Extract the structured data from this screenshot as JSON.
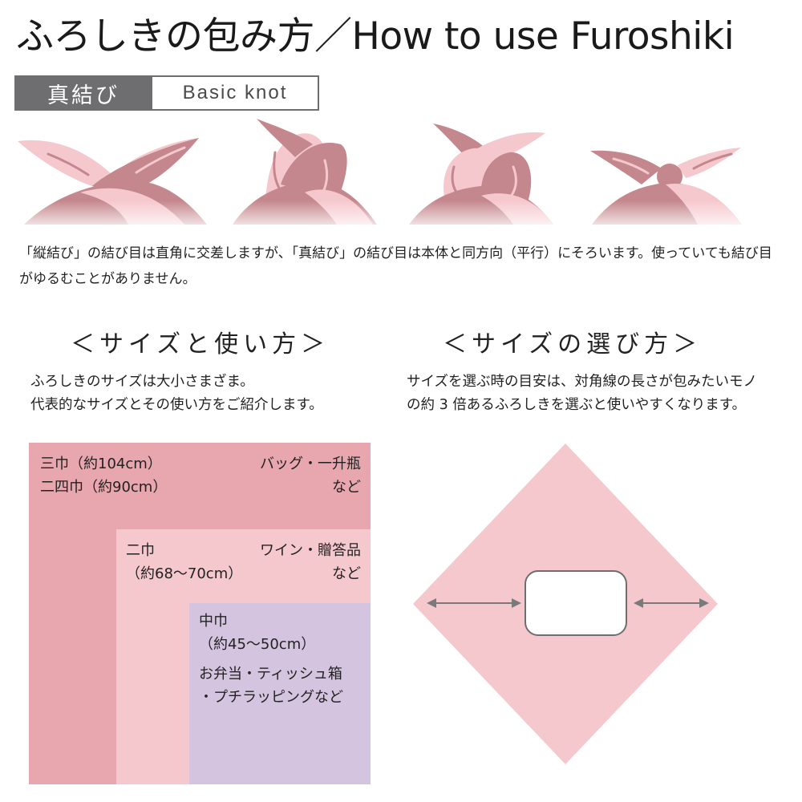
{
  "title": "ふろしきの包み方／How to use Furoshiki",
  "knot": {
    "label_jp": "真結び",
    "label_en": "Basic knot",
    "description": "「縦結び」の結び目は直角に交差しますが、「真結び」の結び目は本体と同方向（平行）にそろいます。使っていても結び目がゆるむことがありません。"
  },
  "size_use": {
    "heading": "＜サイズと使い方＞",
    "line1": "ふろしきのサイズは大小さまざま。",
    "line2": "代表的なサイズとその使い方をご紹介します。",
    "large": {
      "name1": "三巾（約104cm）",
      "name2": "二四巾（約90cm）",
      "use1": "バッグ・一升瓶",
      "use2": "など"
    },
    "medium": {
      "name1": "二巾",
      "name2": "（約68〜70cm）",
      "use1": "ワイン・贈答品",
      "use2": "など"
    },
    "small": {
      "name1": "中巾",
      "name2": "（約45〜50cm）",
      "use1": "お弁当・ティッシュ箱",
      "use2": "・プチラッピングなど"
    }
  },
  "size_choose": {
    "heading": "＜サイズの選び方＞",
    "text": "サイズを選ぶ時の目安は、対角線の長さが包みたいモノの約 3 倍あるふろしきを選ぶと使いやすくなります。"
  },
  "colors": {
    "dark_rose": "#c4878d",
    "light_pink": "#f5c8ce",
    "large_box": "#e8a6ae",
    "lavender": "#d5c4df",
    "label_gray": "#6e6e70"
  }
}
